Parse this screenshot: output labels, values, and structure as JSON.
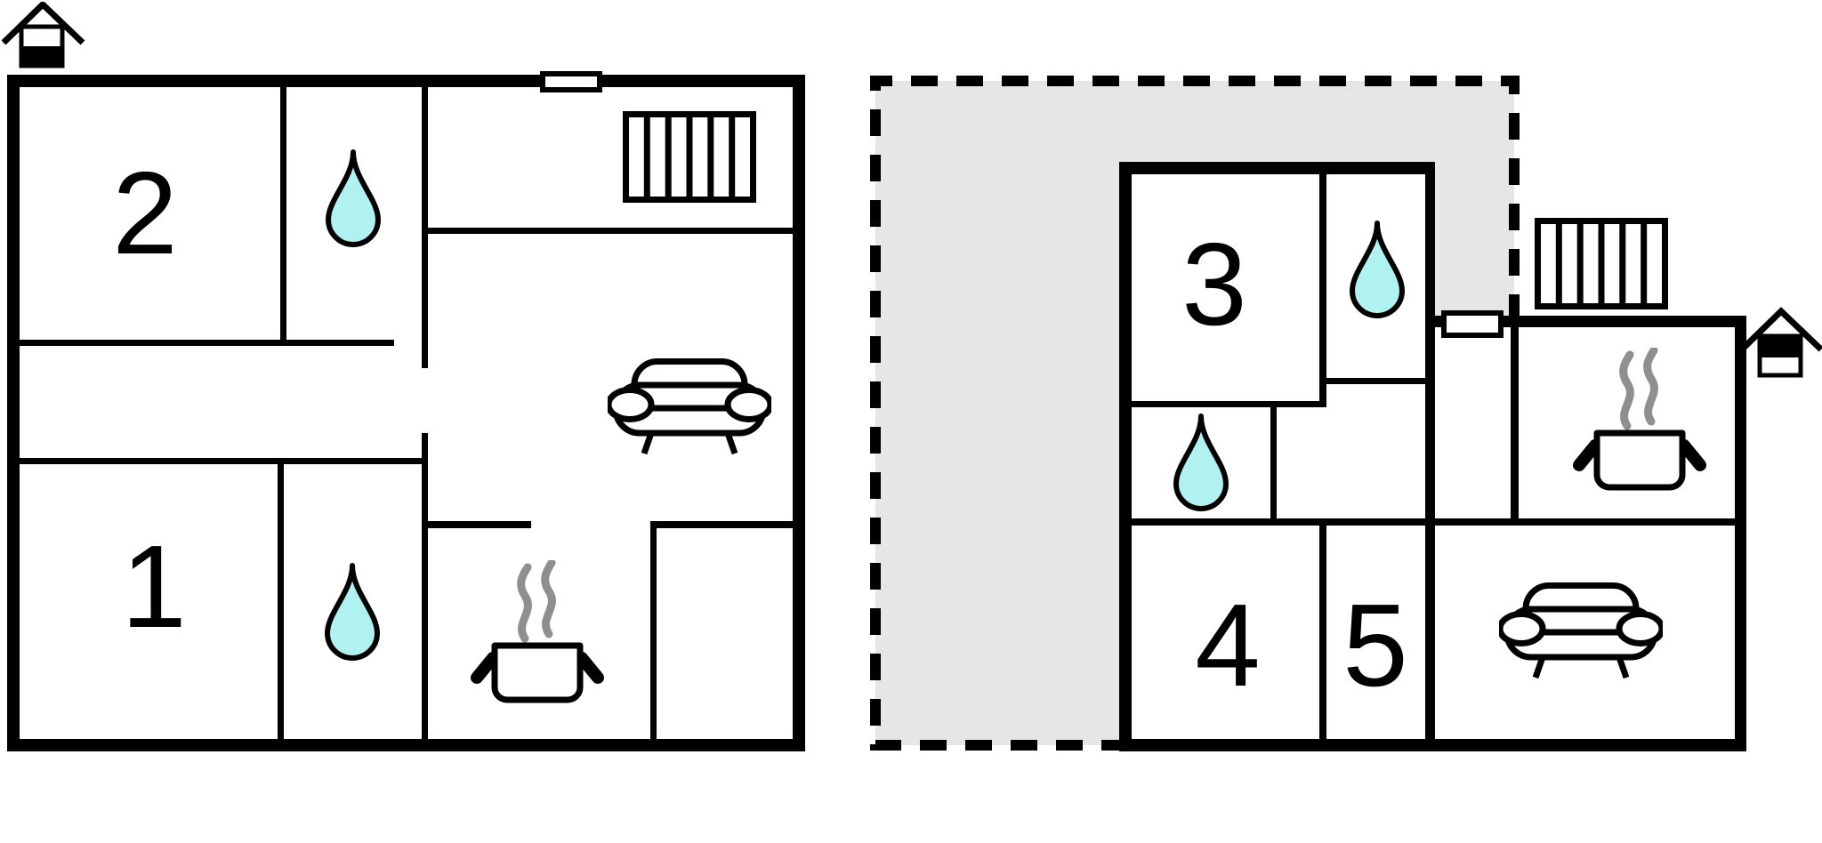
{
  "document": {
    "type": "holiday-home-floor-plan",
    "background": "#ffffff"
  },
  "colors": {
    "wall": "#000000",
    "background": "#ffffff",
    "water_drop": "#b0f1f1",
    "terrace": "#e6e6e6",
    "steam": "#8f8f8f",
    "door_marker": "#ffffff"
  },
  "plans": [
    {
      "name": "ground-floor",
      "rooms": [
        {
          "label": "1",
          "type": "bedroom"
        },
        {
          "label": "2",
          "type": "bedroom"
        }
      ],
      "features": [
        "house-orientation-icon",
        "door-marker",
        "stairs",
        "bathroom-water-drop",
        "bathroom-water-drop",
        "sofa",
        "cooking-pot"
      ]
    },
    {
      "name": "upper-floor",
      "rooms": [
        {
          "label": "3",
          "type": "bedroom"
        },
        {
          "label": "4",
          "type": "bedroom"
        },
        {
          "label": "5",
          "type": "bedroom"
        }
      ],
      "features": [
        "terrace-dashed-outline",
        "stairs",
        "bathroom-water-drop",
        "bathroom-water-drop",
        "door-marker",
        "cooking-pot",
        "sofa",
        "house-orientation-icon"
      ]
    }
  ]
}
